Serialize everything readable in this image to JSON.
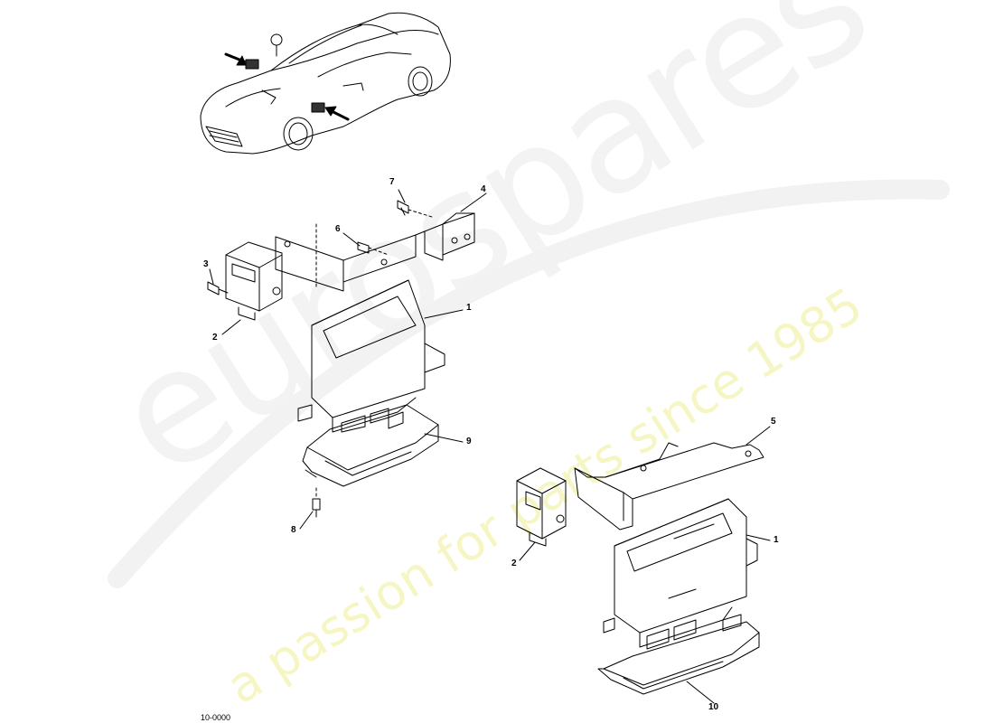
{
  "watermark": {
    "brand": "eurospares",
    "tagline": "a passion for parts since 1985"
  },
  "callouts": {
    "c1_top": "1",
    "c2_left": "2",
    "c3": "3",
    "c4": "4",
    "c5": "5",
    "c6": "6",
    "c7": "7",
    "c8": "8",
    "c9": "9",
    "c10": "10",
    "c1_bottom": "1",
    "c2_bottom": "2"
  },
  "footer": {
    "code": "10-0000"
  },
  "colors": {
    "line": "#000000",
    "watermark_text": "#f3f3f3",
    "watermark_tagline": "#f6f6c4"
  }
}
